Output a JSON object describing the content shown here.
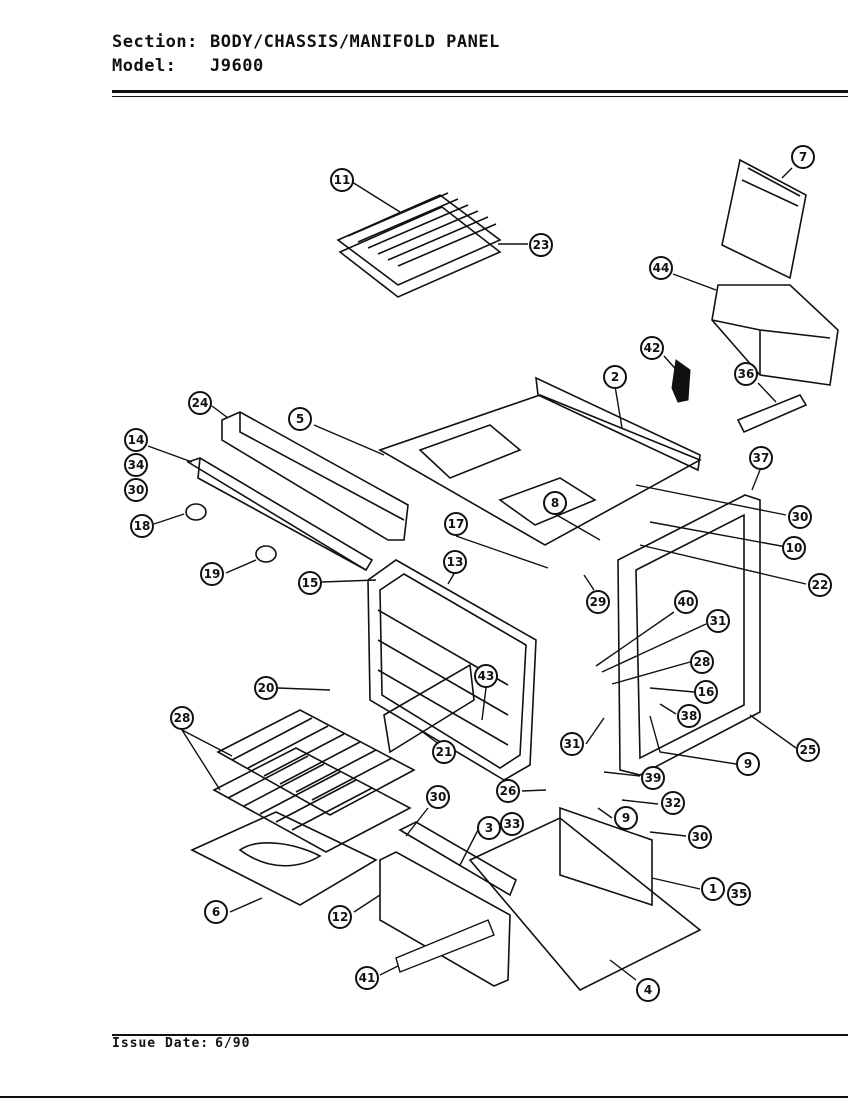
{
  "header": {
    "section_label": "Section:",
    "section_value": "BODY/CHASSIS/MANIFOLD PANEL",
    "model_label": "Model:",
    "model_value": "J9600"
  },
  "footer": {
    "issue_label": "Issue Date:",
    "issue_value": "6/90"
  },
  "callouts": [
    "11",
    "23",
    "7",
    "44",
    "42",
    "36",
    "2",
    "24",
    "5",
    "14",
    "34",
    "30",
    "18",
    "37",
    "8",
    "30",
    "17",
    "10",
    "19",
    "15",
    "13",
    "29",
    "22",
    "20",
    "43",
    "40",
    "31",
    "28",
    "16",
    "38",
    "28",
    "25",
    "21",
    "31",
    "39",
    "9",
    "26",
    "30",
    "32",
    "9",
    "30",
    "3",
    "33",
    "6",
    "12",
    "1",
    "35",
    "41",
    "4"
  ]
}
